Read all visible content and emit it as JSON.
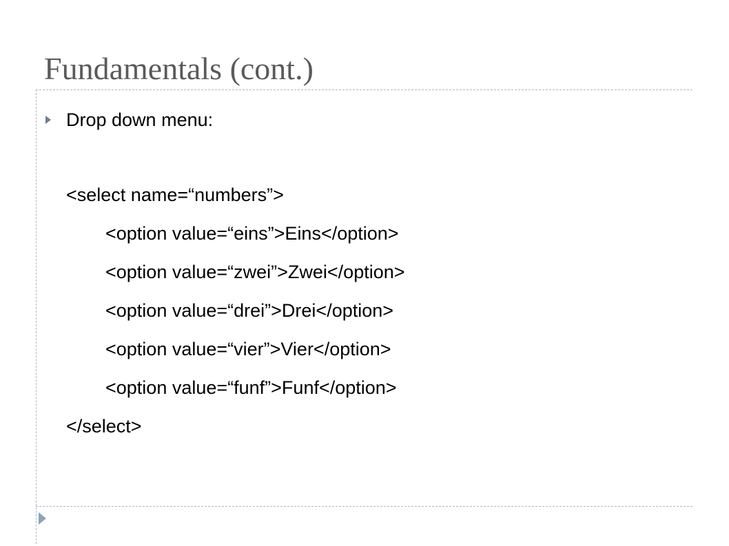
{
  "slide": {
    "title": "Fundamentals (cont.)",
    "bullet": "Drop down menu:",
    "code_lines": [
      "<select name=“numbers”>",
      "<option value=“eins”>Eins</option>",
      "<option value=“zwei”>Zwei</option>",
      "<option value=“drei”>Drei</option>",
      "<option value=“vier”>Vier</option>",
      "<option value=“funf”>Funf</option>",
      "</select>"
    ]
  },
  "theme": {
    "title_color": "#5a5a5a",
    "rule_color": "#a9b8c8",
    "bullet_color": "#6f7f90"
  }
}
